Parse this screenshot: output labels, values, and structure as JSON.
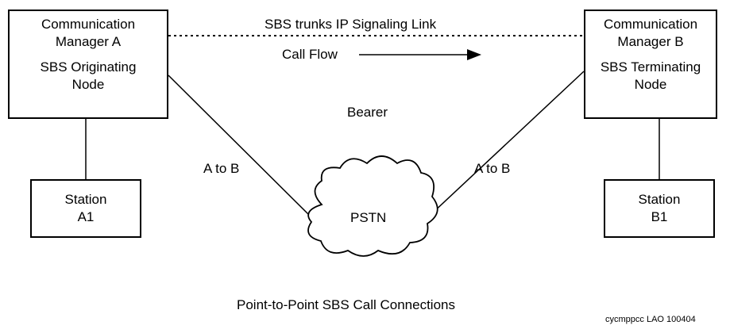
{
  "nodes": {
    "cm_a": {
      "line1": "Communication",
      "line2": "Manager A",
      "line3": "SBS Originating",
      "line4": "Node"
    },
    "cm_b": {
      "line1": "Communication",
      "line2": "Manager B",
      "line3": "SBS Terminating",
      "line4": "Node"
    },
    "station_a": {
      "line1": "Station",
      "line2": "A1"
    },
    "station_b": {
      "line1": "Station",
      "line2": "B1"
    },
    "pstn": "PSTN"
  },
  "labels": {
    "signaling_link": "SBS trunks IP Signaling Link",
    "call_flow": "Call Flow",
    "bearer": "Bearer",
    "a_to_b_left": "A to B",
    "a_to_b_right": "A to B"
  },
  "caption": "Point-to-Point SBS Call Connections",
  "figure_id": "cycmppcc LAO 100404"
}
